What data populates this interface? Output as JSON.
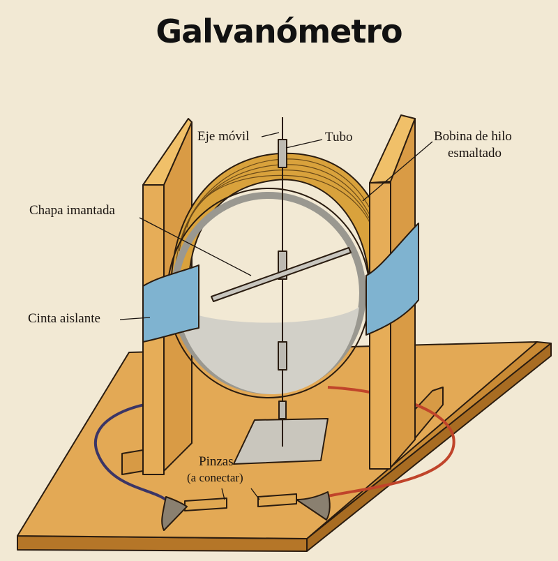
{
  "title": "Galvanómetro",
  "labels": {
    "eje_movil": "Eje móvil",
    "tubo": "Tubo",
    "bobina_line1": "Bobina de hilo",
    "bobina_line2": "esmaltado",
    "chapa": "Chapa imantada",
    "cinta": "Cinta aislante",
    "pinzas_line1": "Pinzas",
    "pinzas_line2": "(a conectar)"
  },
  "colors": {
    "paper": "#f2e9d4",
    "wood": "#e2a94e",
    "coil": "#d9a23c",
    "tape": "#7fb3d0",
    "wire_left": "#3b3566",
    "wire_right": "#c0442a"
  }
}
